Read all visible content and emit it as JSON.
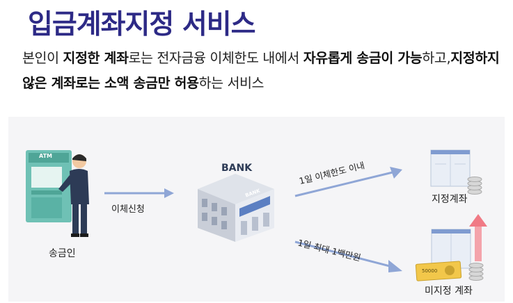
{
  "title": "입금계좌지정 서비스",
  "description": {
    "parts": [
      {
        "text": "본인이 ",
        "bold": false
      },
      {
        "text": "지정한 계좌",
        "bold": true
      },
      {
        "text": "로는 전자금융 이체한도 내에서 ",
        "bold": false
      },
      {
        "text": "자유롭게 송금이 가능",
        "bold": true
      },
      {
        "text": "하고,",
        "bold": false
      },
      {
        "text": "지정하지 않은 계좌로는 소액 송금만 허용",
        "bold": true
      },
      {
        "text": "하는 서비스",
        "bold": false
      }
    ]
  },
  "diagram": {
    "sender_label": "송금인",
    "atm_sign": "ATM",
    "transfer_label": "이체신청",
    "bank_sign": "BANK",
    "bank_building_sign": "BANK",
    "route_designated": "1일 이체한도 이내",
    "route_undesignated": "1일 최대 1백만원",
    "designated_account_label": "지정계좌",
    "undesignated_account_label": "미지정 계좌",
    "banknote_value": "50000",
    "colors": {
      "title": "#2d2a86",
      "arrow": "#8fa6d6",
      "up_arrow": "#f07a85",
      "atm": "#6fc1b5"
    }
  }
}
